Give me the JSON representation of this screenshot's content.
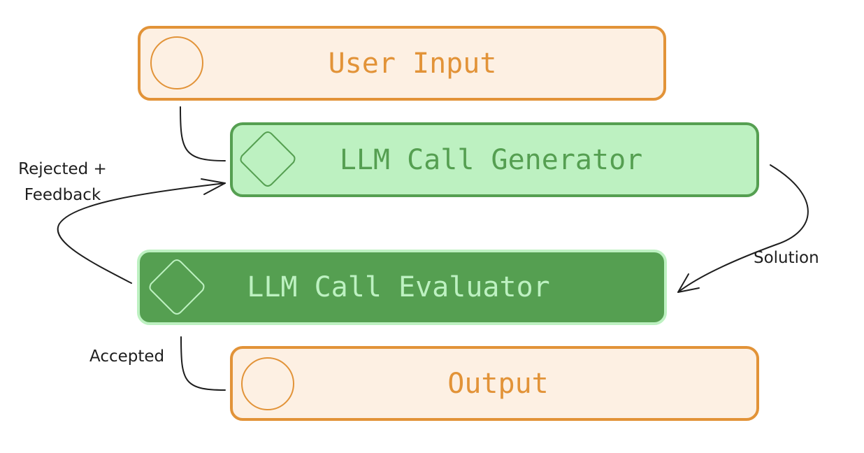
{
  "nodes": {
    "user_input": {
      "label": "User Input",
      "shape": "circle-icon"
    },
    "generator": {
      "label": "LLM Call Generator",
      "shape": "diamond-icon"
    },
    "evaluator": {
      "label": "LLM Call Evaluator",
      "shape": "diamond-icon"
    },
    "output": {
      "label": "Output",
      "shape": "circle-icon"
    }
  },
  "edges": {
    "input_to_generator": {
      "label": ""
    },
    "generator_to_evaluator": {
      "label": "Solution"
    },
    "evaluator_to_generator": {
      "label_line1": "Rejected +",
      "label_line2": "Feedback"
    },
    "evaluator_to_output": {
      "label": "Accepted"
    }
  },
  "colors": {
    "orange_stroke": "#e29338",
    "orange_fill": "#fdf0e3",
    "green_stroke": "#559f51",
    "green_fill": "#bdf1c1",
    "connector": "#1e1e1e"
  }
}
